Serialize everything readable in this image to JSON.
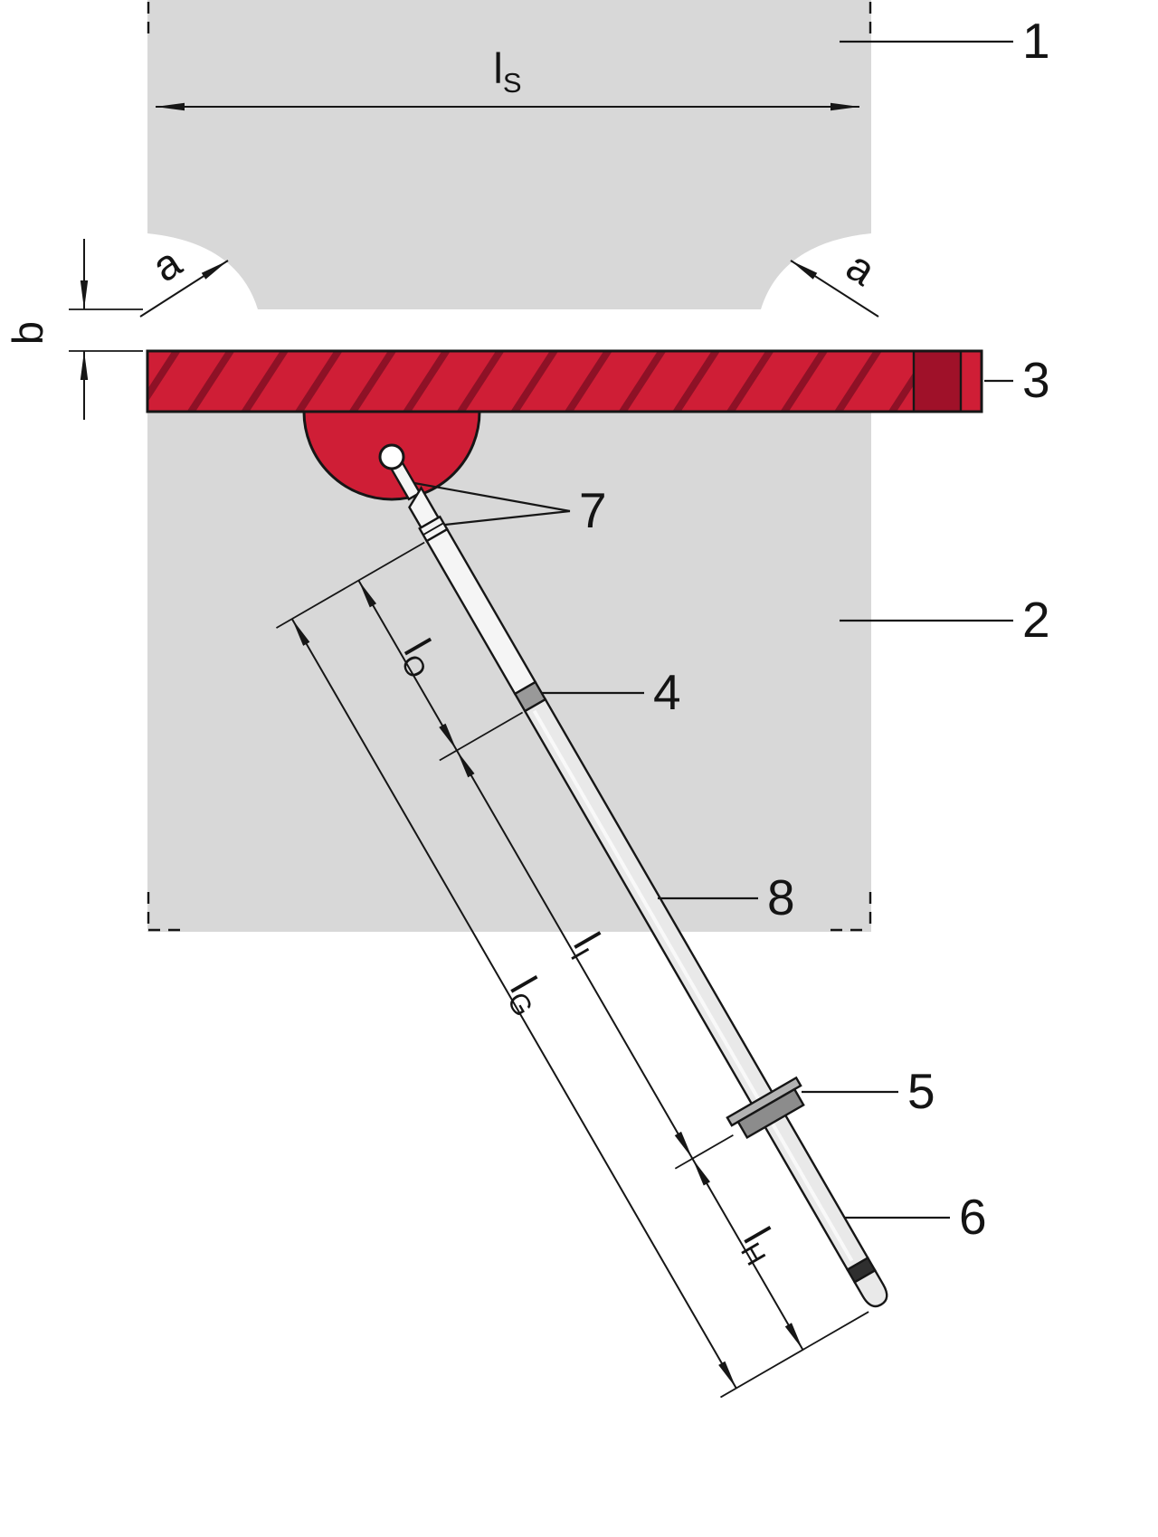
{
  "figure": {
    "part_callouts": [
      {
        "label": "1"
      },
      {
        "label": "2"
      },
      {
        "label": "3"
      },
      {
        "label": "4"
      },
      {
        "label": "5"
      },
      {
        "label": "6"
      },
      {
        "label": "7"
      },
      {
        "label": "8"
      }
    ],
    "dimensions": {
      "ls": {
        "base": "l",
        "sub": "S"
      },
      "a": "a",
      "b": "b",
      "lO": {
        "base": "l",
        "sub": "O"
      },
      "lI": {
        "base": "l",
        "sub": "I"
      },
      "lG": {
        "base": "l",
        "sub": "G"
      },
      "lH": {
        "base": "l",
        "sub": "H"
      }
    },
    "colors": {
      "workpiece_gray": "#d8d8d8",
      "weld_red": "#cf1e36",
      "weld_hatch_red": "#8e1126",
      "weld_dark_band": "#9f1129",
      "rod_upper": "#f5f5f5",
      "rod_body": "#e9e9e9",
      "band_gray": "#999999",
      "collar_gray": "#b3b3b3",
      "collar_dark": "#8c8c8c",
      "tip_band_dark": "#2f2f2f",
      "pivot_white": "#ffffff"
    }
  }
}
